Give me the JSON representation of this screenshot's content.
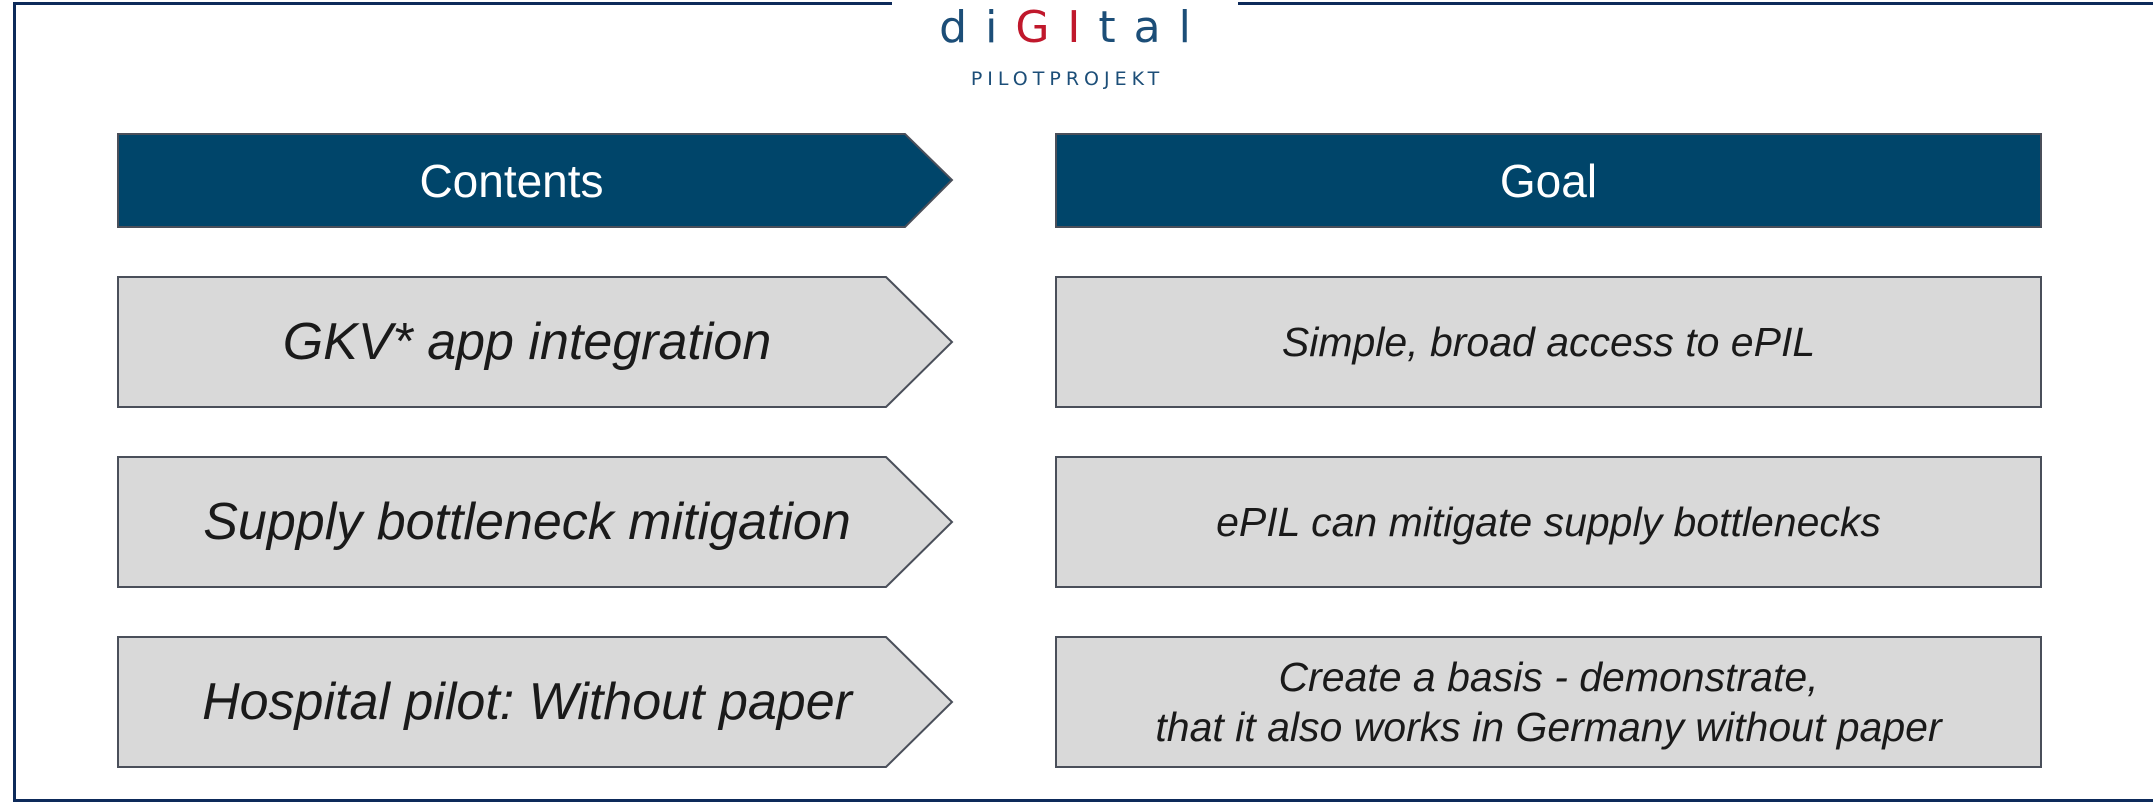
{
  "logo": {
    "word_parts": [
      "di",
      "GI",
      "tal"
    ],
    "subtitle": "PILOTPROJEKT"
  },
  "colors": {
    "header_fill": "#00456a",
    "row_fill": "#d9d9d9",
    "row_stroke": "#4a4f5a",
    "frame": "#0d2a5a",
    "brand_blue": "#1c4e78",
    "brand_red": "#c0182c"
  },
  "headers": {
    "contents": "Contents",
    "goal": "Goal"
  },
  "rows": [
    {
      "content": "GKV* app integration",
      "goal": [
        "Simple, broad access to ePIL"
      ]
    },
    {
      "content": "Supply bottleneck mitigation",
      "goal": [
        "ePIL can mitigate supply bottlenecks"
      ]
    },
    {
      "content": "Hospital pilot: Without paper",
      "goal": [
        "Create a basis - demonstrate,",
        "that it also works in Germany without paper"
      ]
    }
  ]
}
